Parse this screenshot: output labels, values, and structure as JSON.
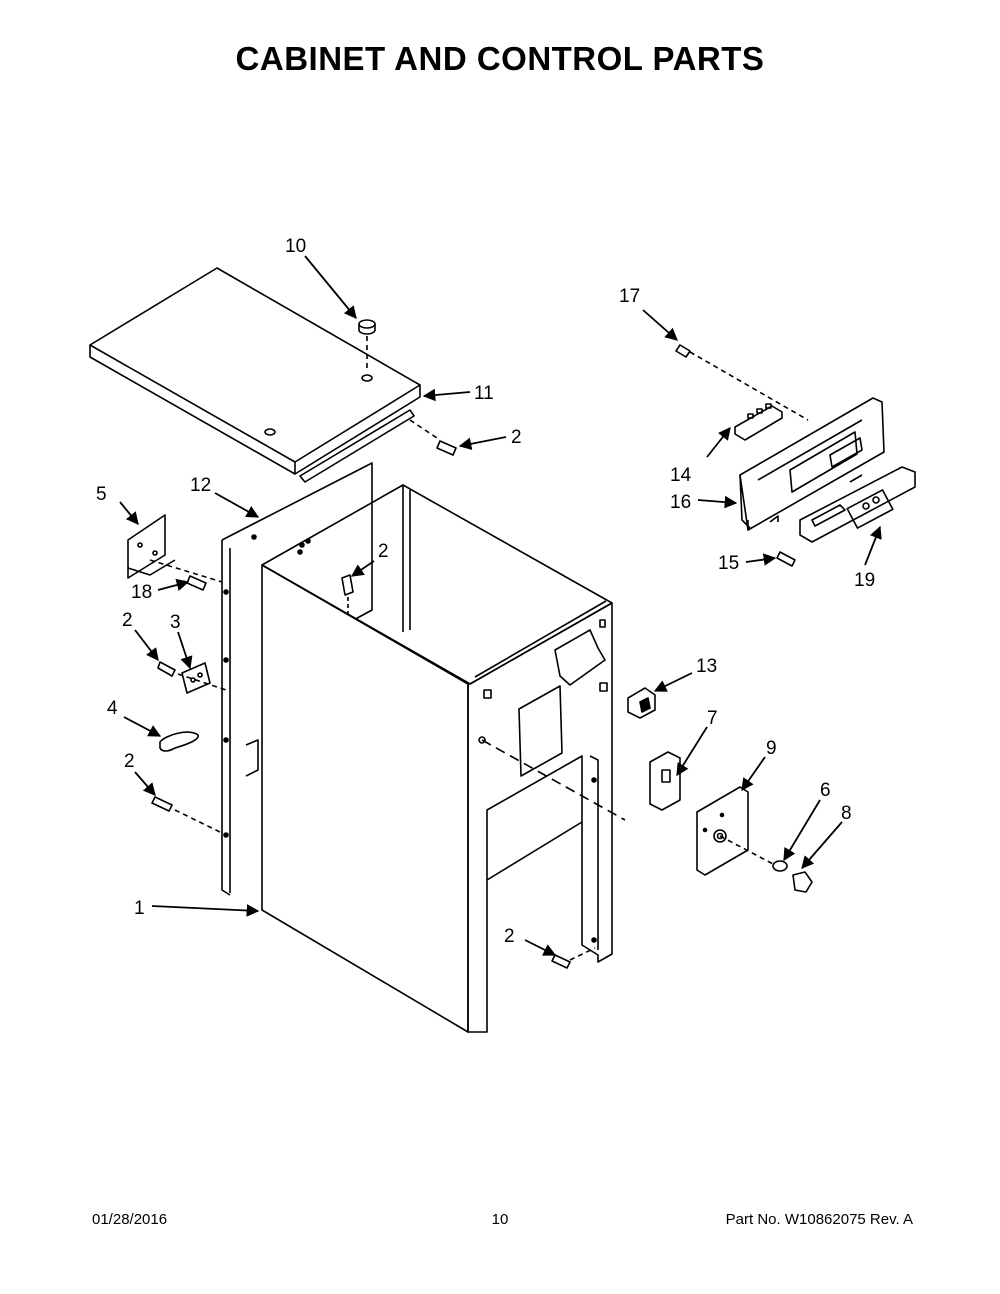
{
  "page": {
    "title": "CABINET AND CONTROL PARTS",
    "footer": {
      "date": "01/28/2016",
      "page_number": "10",
      "part_info": "Part No.  W10862075  Rev.  A"
    }
  },
  "callouts": [
    "10",
    "11",
    "2",
    "17",
    "14",
    "16",
    "15",
    "19",
    "5",
    "12",
    "18",
    "2",
    "2",
    "3",
    "4",
    "2",
    "1",
    "13",
    "7",
    "9",
    "6",
    "8",
    "2"
  ]
}
